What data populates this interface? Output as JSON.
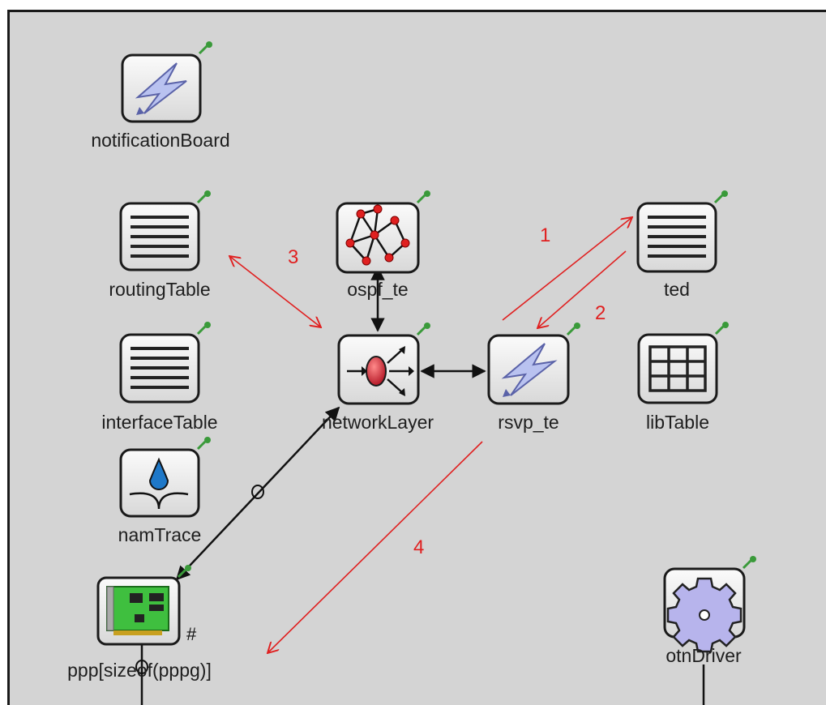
{
  "diagram": {
    "modules": [
      {
        "id": "notificationBoard",
        "label": "notificationBoard",
        "icon": "lightning-icon"
      },
      {
        "id": "routingTable",
        "label": "routingTable",
        "icon": "table-lines-icon"
      },
      {
        "id": "ospf_te",
        "label": "ospf_te",
        "icon": "network-graph-icon"
      },
      {
        "id": "ted",
        "label": "ted",
        "icon": "table-lines-icon"
      },
      {
        "id": "interfaceTable",
        "label": "interfaceTable",
        "icon": "table-lines-icon"
      },
      {
        "id": "networkLayer",
        "label": "networkLayer",
        "icon": "router-icon"
      },
      {
        "id": "rsvp_te",
        "label": "rsvp_te",
        "icon": "lightning-icon"
      },
      {
        "id": "libTable",
        "label": "libTable",
        "icon": "grid-table-icon"
      },
      {
        "id": "namTrace",
        "label": "namTrace",
        "icon": "drop-icon"
      },
      {
        "id": "ppp",
        "label": "ppp[sizeof(pppg)]",
        "icon": "network-card-icon"
      },
      {
        "id": "otnDriver",
        "label": "otnDriver",
        "icon": "gear-icon"
      }
    ],
    "annotations": [
      "1",
      "2",
      "3",
      "4"
    ],
    "gate_marker": "#",
    "colors": {
      "annotation": "#e02020",
      "connection": "#111111",
      "background": "#d4d4d4",
      "pin": "#3a9a3a"
    }
  }
}
